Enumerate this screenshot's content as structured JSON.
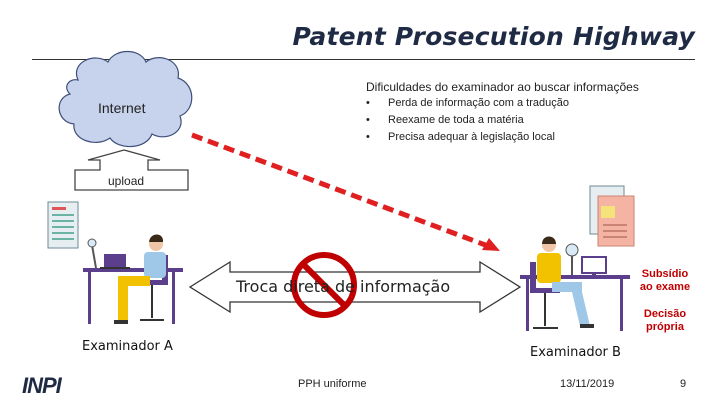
{
  "title": "Patent Prosecution Highway",
  "difficulties": {
    "heading": "Dificuldades do examinador ao buscar informações",
    "bullet_symbol": "•",
    "items": [
      "Perda de informação com a tradução",
      "Reexame de toda a matéria",
      "Precisa adequar à legislação local"
    ]
  },
  "internet_label": "Internet",
  "upload_label": "upload",
  "exchange_label": "Troca direta de informação",
  "examiner_a": "Examinador A",
  "examiner_b": "Examinador B",
  "subsidy_note": [
    "Subsídio",
    "ao exame"
  ],
  "decision_note": [
    "Decisão",
    "própria"
  ],
  "logo_text": "INPI",
  "footer": {
    "left": "PPH uniforme",
    "date": "13/11/2019",
    "page": "9"
  },
  "colors": {
    "accent_red": "#e02020",
    "no_sign_red": "#c00000",
    "chair_purple": "#5b3f8c",
    "shirt_blue": "#9fc7e8",
    "pants_yellow": "#f2c200",
    "paper_green": "#7ecbb3",
    "paper_pink": "#f4b3a3"
  }
}
